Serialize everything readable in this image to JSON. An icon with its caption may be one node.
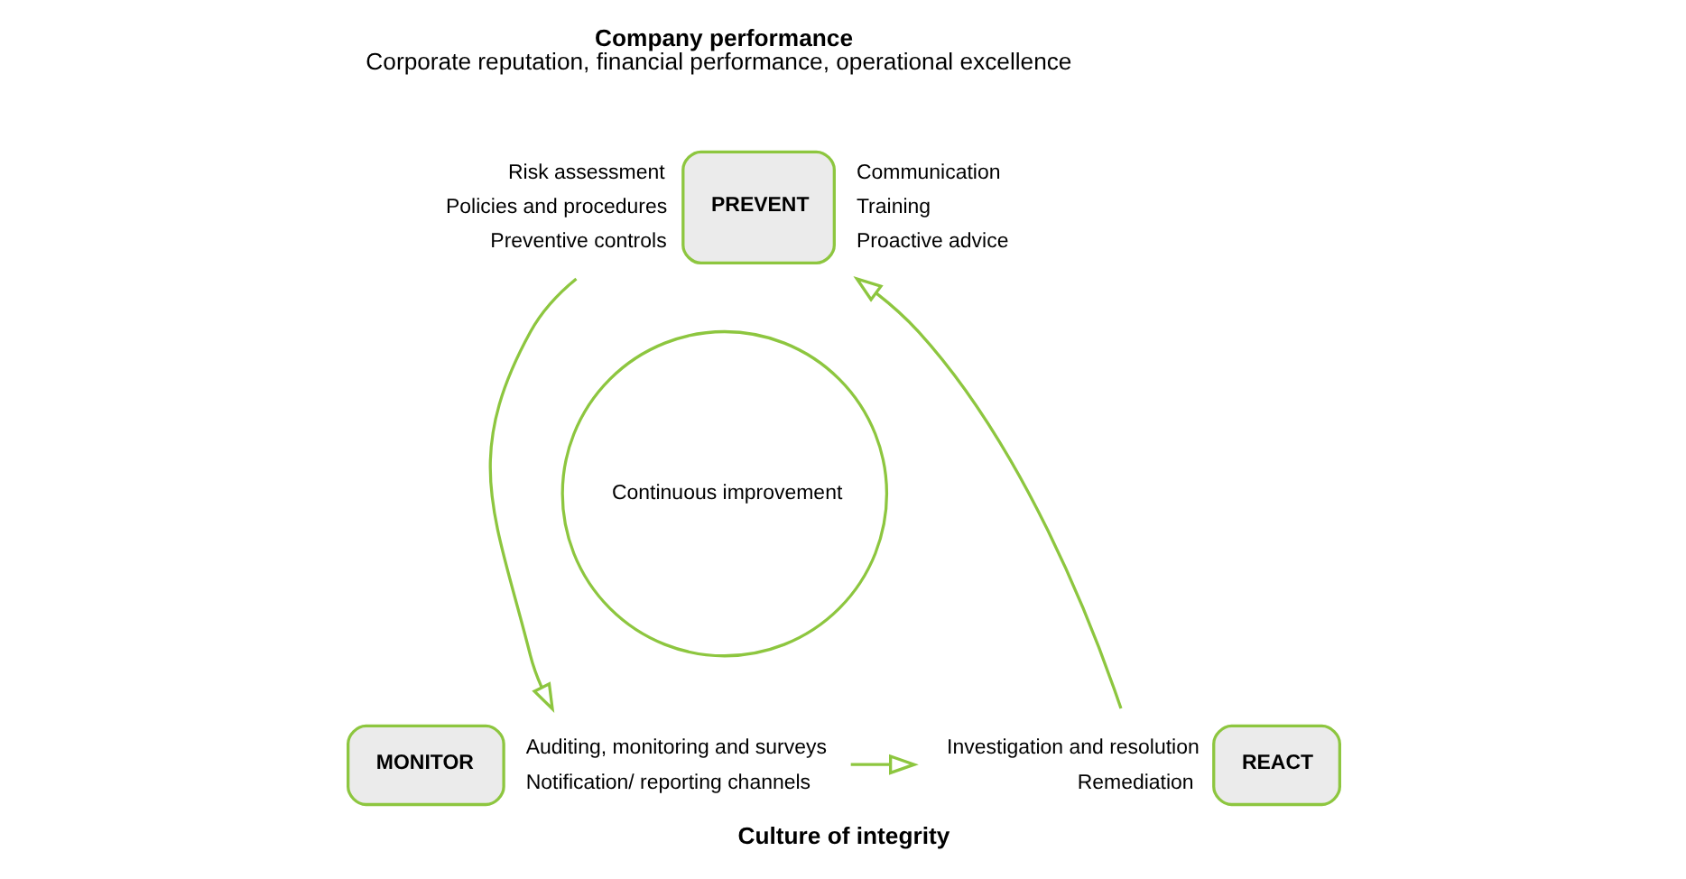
{
  "diagram": {
    "title": "Company performance",
    "caption": "Culture of integrity",
    "nodes": [
      {
        "text": [
          "PREVENT"
        ],
        "beside": [
          "Risk assessment",
          "Policies and procedures",
          "Preventive controls",
          "Communication",
          "Training",
          "Proactive advice"
        ]
      },
      {
        "text": [
          "MONITOR"
        ],
        "beside": [
          "Auditing, monitoring and surveys",
          "Notification/ reporting channels"
        ]
      },
      {
        "text": [
          "REACT"
        ],
        "beside": [
          "Investigation and resolution",
          "Remediation"
        ]
      },
      {
        "text": [
          "Continuous improvement"
        ]
      }
    ],
    "edges": [
      {
        "from": 0,
        "to": 1,
        "arrow": "to"
      },
      {
        "from": 1,
        "to": 2,
        "arrow": "to"
      },
      {
        "from": 2,
        "to": 0,
        "arrow": "to"
      }
    ],
    "labels": [
      "Corporate reputation, financial performance, operational excellence"
    ]
  }
}
